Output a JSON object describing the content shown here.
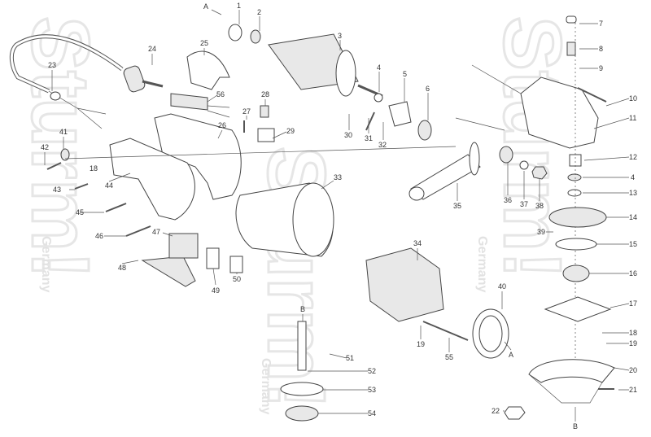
{
  "watermark": {
    "brand": "Sturm!",
    "country": "Germany"
  },
  "labels": {
    "A_top": "A",
    "p1": "1",
    "p2": "2",
    "p3": "3",
    "p4a": "4",
    "p5": "5",
    "p6": "6",
    "p30": "30",
    "p31": "31",
    "p32": "32",
    "p7": "7",
    "p8": "8",
    "p9": "9",
    "p10": "10",
    "p11": "11",
    "p12": "12",
    "p4b": "4",
    "p13": "13",
    "p14": "14",
    "p15": "15",
    "p16": "16",
    "p17": "17",
    "p18b": "18",
    "p19b": "19",
    "p20": "20",
    "p21": "21",
    "p22": "22",
    "B_bottom": "B",
    "p23": "23",
    "p24": "24",
    "p25": "25",
    "p56": "56",
    "p26": "26",
    "p27": "27",
    "p28": "28",
    "p29": "29",
    "p41": "41",
    "p42": "42",
    "p18a": "18",
    "p43": "43",
    "p44": "44",
    "p45": "45",
    "p46": "46",
    "p47": "47",
    "p48": "48",
    "p49": "49",
    "p50": "50",
    "p33": "33",
    "p35": "35",
    "p36": "36",
    "p37": "37",
    "p38": "38",
    "p39": "39",
    "p34": "34",
    "p40": "40",
    "p19a": "19",
    "p55": "55",
    "A_mid": "A",
    "B_mid": "B",
    "p51": "51",
    "p52": "52",
    "p53": "53",
    "p54": "54"
  }
}
